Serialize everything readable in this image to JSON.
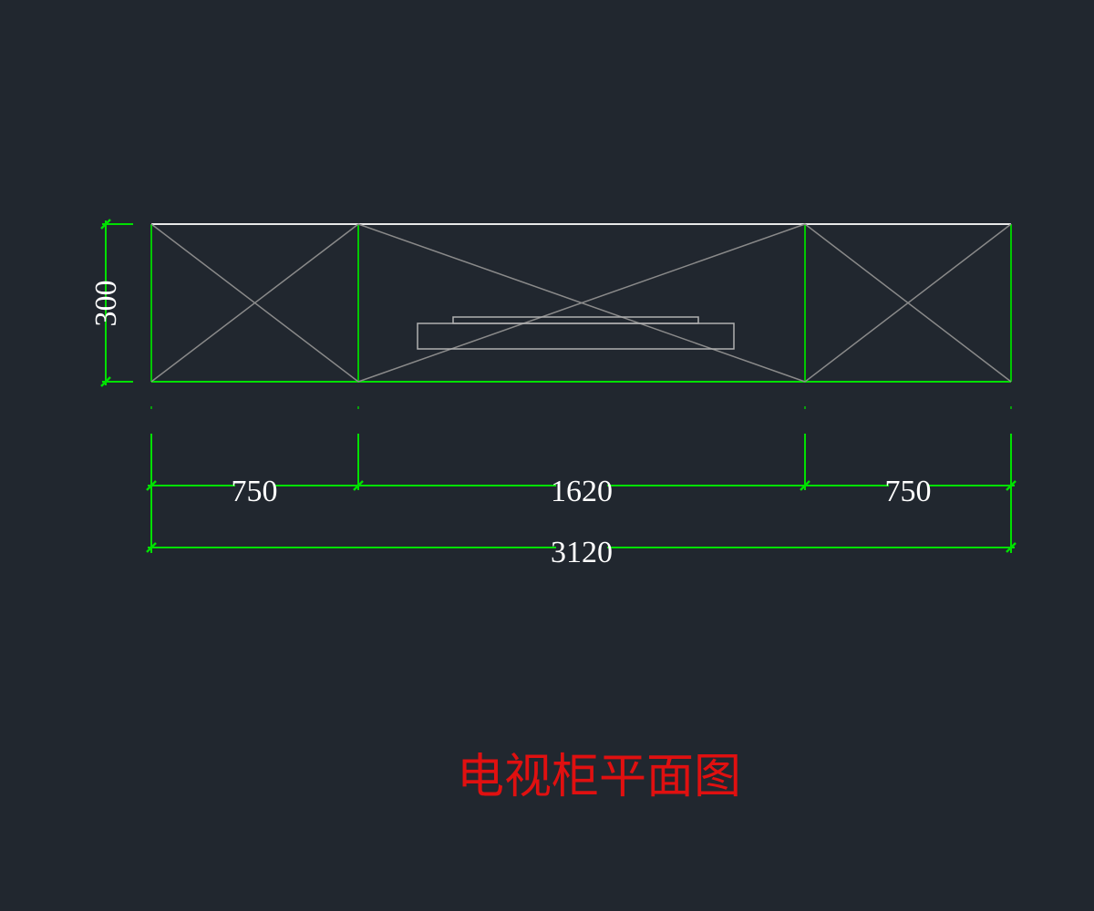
{
  "drawing": {
    "title": "电视柜平面图",
    "total_width": "3120",
    "depth": "300",
    "segments": [
      {
        "label": "750",
        "mm": 750
      },
      {
        "label": "1620",
        "mm": 1620
      },
      {
        "label": "750",
        "mm": 750
      }
    ]
  },
  "colors": {
    "background": "#21272f",
    "dimension": "#00e000",
    "outline": "#e8e8e8",
    "cross_lines": "#8a8a8a",
    "title": "#e01010",
    "dim_text": "#ffffff"
  }
}
